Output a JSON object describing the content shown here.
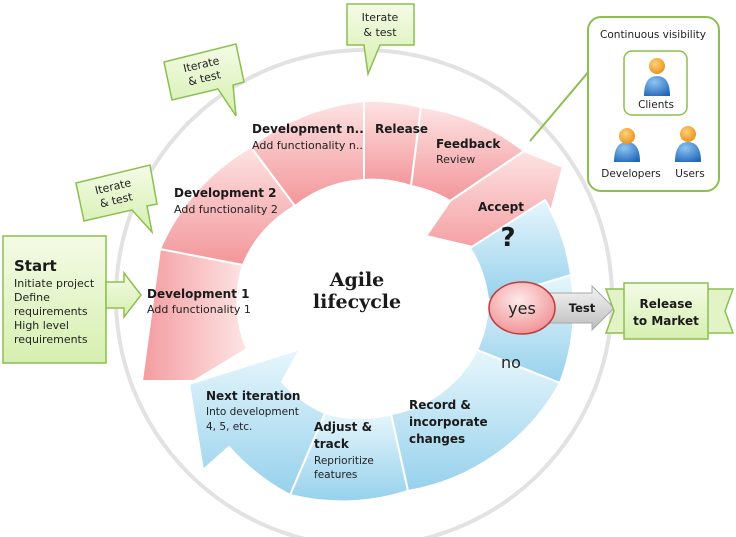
{
  "center": {
    "line1": "Agile",
    "line2": "lifecycle"
  },
  "start": {
    "title": "Start",
    "lines": [
      "Initiate project",
      "Define",
      "requirements",
      "High level",
      "requirements"
    ]
  },
  "segments": {
    "dev1": {
      "title": "Development 1",
      "sub": "Add functionality 1"
    },
    "dev2": {
      "title": "Development 2",
      "sub": "Add functionality 2"
    },
    "devn": {
      "title": "Development n..",
      "sub": "Add functionality n.."
    },
    "release": {
      "title": "Release"
    },
    "feedback": {
      "title": "Feedback",
      "sub": "Review"
    },
    "accept": {
      "title": "Accept",
      "mark": "?"
    },
    "record": {
      "line1": "Record &",
      "line2": "incorporate",
      "line3": "changes"
    },
    "adjust": {
      "line1": "Adjust &",
      "line2": "track",
      "sub1": "Reprioritize",
      "sub2": "features"
    },
    "next": {
      "title": "Next iteration",
      "sub1": "Into development",
      "sub2": "4, 5, etc."
    }
  },
  "callouts": [
    {
      "line1": "Iterate",
      "line2": "& test"
    },
    {
      "line1": "Iterate",
      "line2": "& test"
    },
    {
      "line1": "Iterate",
      "line2": "& test"
    }
  ],
  "decision": {
    "yes": "yes",
    "no": "no",
    "test": "Test"
  },
  "release_market": {
    "line1": "Release",
    "line2": "to Market"
  },
  "visibility": {
    "title": "Continuous visibility",
    "people": [
      {
        "label": "Clients"
      },
      {
        "label": "Developers"
      },
      {
        "label": "Users"
      }
    ]
  },
  "colors": {
    "pink": "#f6a3a5",
    "pink_light": "#fde3e3",
    "blue": "#9fd6ee",
    "blue_light": "#e4f5fc",
    "green": "#eaf7d2",
    "green_border": "#8cbf4e",
    "person": "#2f7fd0",
    "head": "#f5a623"
  }
}
